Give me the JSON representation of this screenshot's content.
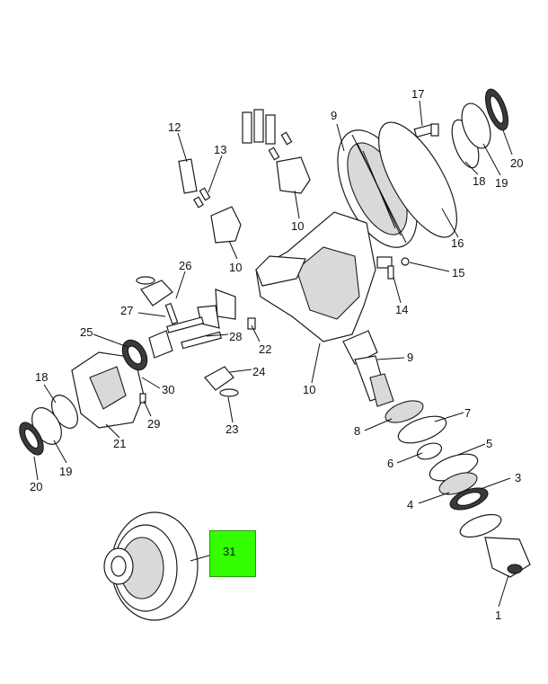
{
  "callouts": [
    {
      "id": "1",
      "label": "1"
    },
    {
      "id": "3",
      "label": "3"
    },
    {
      "id": "4",
      "label": "4"
    },
    {
      "id": "5",
      "label": "5"
    },
    {
      "id": "6",
      "label": "6"
    },
    {
      "id": "7",
      "label": "7"
    },
    {
      "id": "8",
      "label": "8"
    },
    {
      "id": "9a",
      "label": "9"
    },
    {
      "id": "9b",
      "label": "9"
    },
    {
      "id": "10a",
      "label": "10"
    },
    {
      "id": "10b",
      "label": "10"
    },
    {
      "id": "10c",
      "label": "10"
    },
    {
      "id": "12",
      "label": "12"
    },
    {
      "id": "13",
      "label": "13"
    },
    {
      "id": "14",
      "label": "14"
    },
    {
      "id": "15",
      "label": "15"
    },
    {
      "id": "16",
      "label": "16"
    },
    {
      "id": "17",
      "label": "17"
    },
    {
      "id": "18a",
      "label": "18"
    },
    {
      "id": "18b",
      "label": "18"
    },
    {
      "id": "19a",
      "label": "19"
    },
    {
      "id": "19b",
      "label": "19"
    },
    {
      "id": "20a",
      "label": "20"
    },
    {
      "id": "20b",
      "label": "20"
    },
    {
      "id": "21",
      "label": "21"
    },
    {
      "id": "22",
      "label": "22"
    },
    {
      "id": "23",
      "label": "23"
    },
    {
      "id": "24",
      "label": "24"
    },
    {
      "id": "25",
      "label": "25"
    },
    {
      "id": "26",
      "label": "26"
    },
    {
      "id": "27",
      "label": "27"
    },
    {
      "id": "28",
      "label": "28"
    },
    {
      "id": "29",
      "label": "29"
    },
    {
      "id": "30",
      "label": "30"
    }
  ],
  "highlight": {
    "label": "31",
    "color": "#33ff00"
  }
}
